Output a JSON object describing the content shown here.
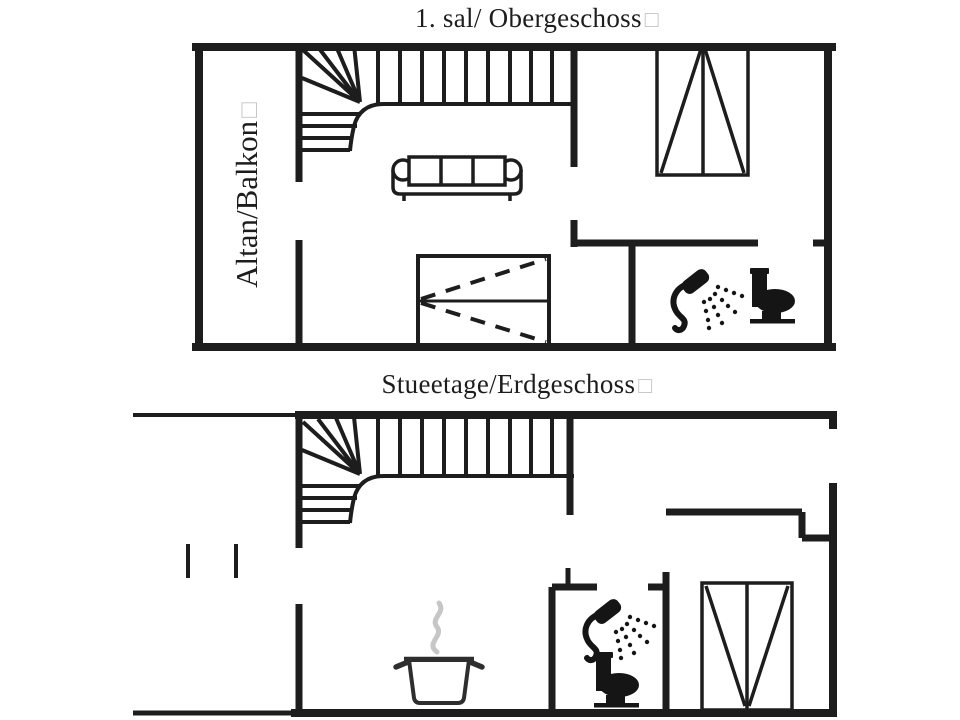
{
  "page": {
    "background_color": "#ffffff",
    "line_color": "#1d1d1d",
    "steam_color": "#c6c6c6",
    "missing_glyph_color": "#c4c4c4"
  },
  "upper_floor": {
    "title": "1. sal/ Obergeschoss",
    "title_suffix_glyph": "□",
    "balcony_label": "Altan/Balkon",
    "balcony_suffix_glyph": "□",
    "symbols": [
      "staircase",
      "sofa",
      "double-bed",
      "wardrobe",
      "shower-icon",
      "toilet-icon",
      "balcony"
    ]
  },
  "ground_floor": {
    "title": "Stueetage/Erdgeschoss",
    "title_suffix_glyph": "□",
    "symbols": [
      "staircase",
      "cooking-pot-icon",
      "steam-icon",
      "shower-icon",
      "toilet-icon",
      "wardrobe",
      "entrance-markers"
    ]
  }
}
